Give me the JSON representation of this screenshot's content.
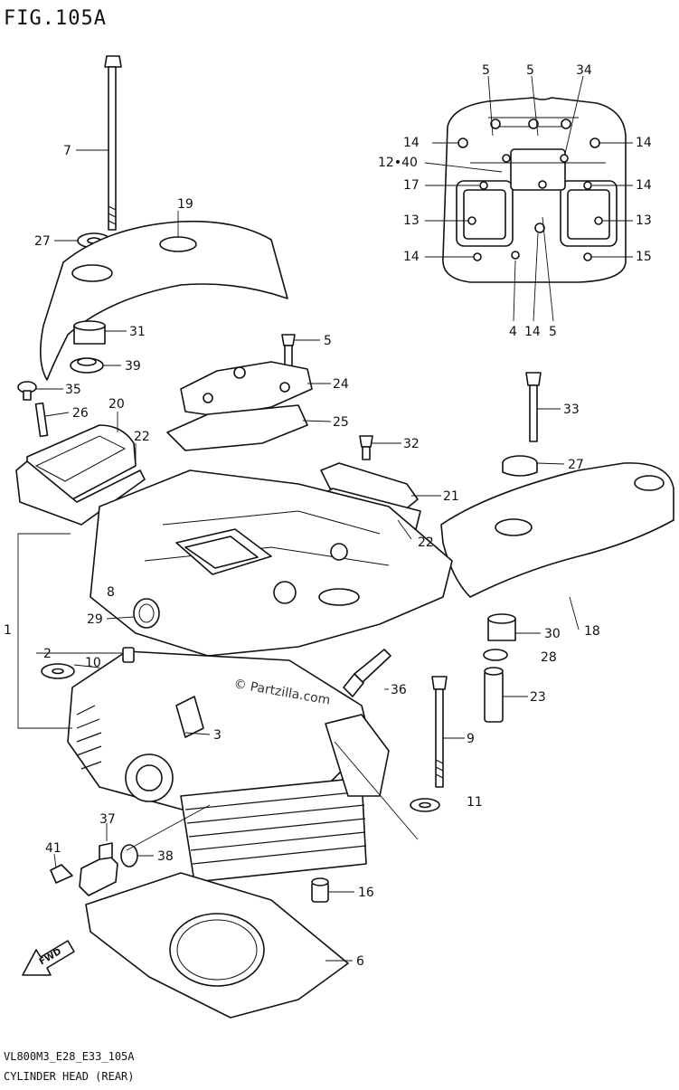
{
  "figure_title": "FIG.105A",
  "watermark": "© Partzilla.com",
  "footer": {
    "code": "VL800M3_E28_E33_105A",
    "title": "CYLINDER HEAD (REAR)"
  },
  "fwd_label": "FWD",
  "callouts": {
    "c1": "1",
    "c2": "2",
    "c3": "3",
    "c6": "6",
    "c7": "7",
    "c8": "8",
    "c9": "9",
    "c10": "10",
    "c11": "11",
    "c16": "16",
    "c18": "18",
    "c19": "19",
    "c20": "20",
    "c21": "21",
    "c22a": "22",
    "c22b": "22",
    "c23": "23",
    "c24": "24",
    "c25": "25",
    "c26": "26",
    "c27a": "27",
    "c27b": "27",
    "c28": "28",
    "c29": "29",
    "c30": "30",
    "c31": "31",
    "c32": "32",
    "c33": "33",
    "c35": "35",
    "c36": "36",
    "c37": "37",
    "c38": "38",
    "c39": "39",
    "c41": "41",
    "c5m": "5"
  },
  "inset_callouts": {
    "i5a": "5",
    "i5b": "5",
    "i34": "34",
    "i14a": "14",
    "i14b": "14",
    "i1240": "12•40",
    "i17": "17",
    "i14c": "14",
    "i13a": "13",
    "i13b": "13",
    "i14d": "14",
    "i15": "15",
    "i4": "4",
    "i14e": "14",
    "i5c": "5"
  }
}
